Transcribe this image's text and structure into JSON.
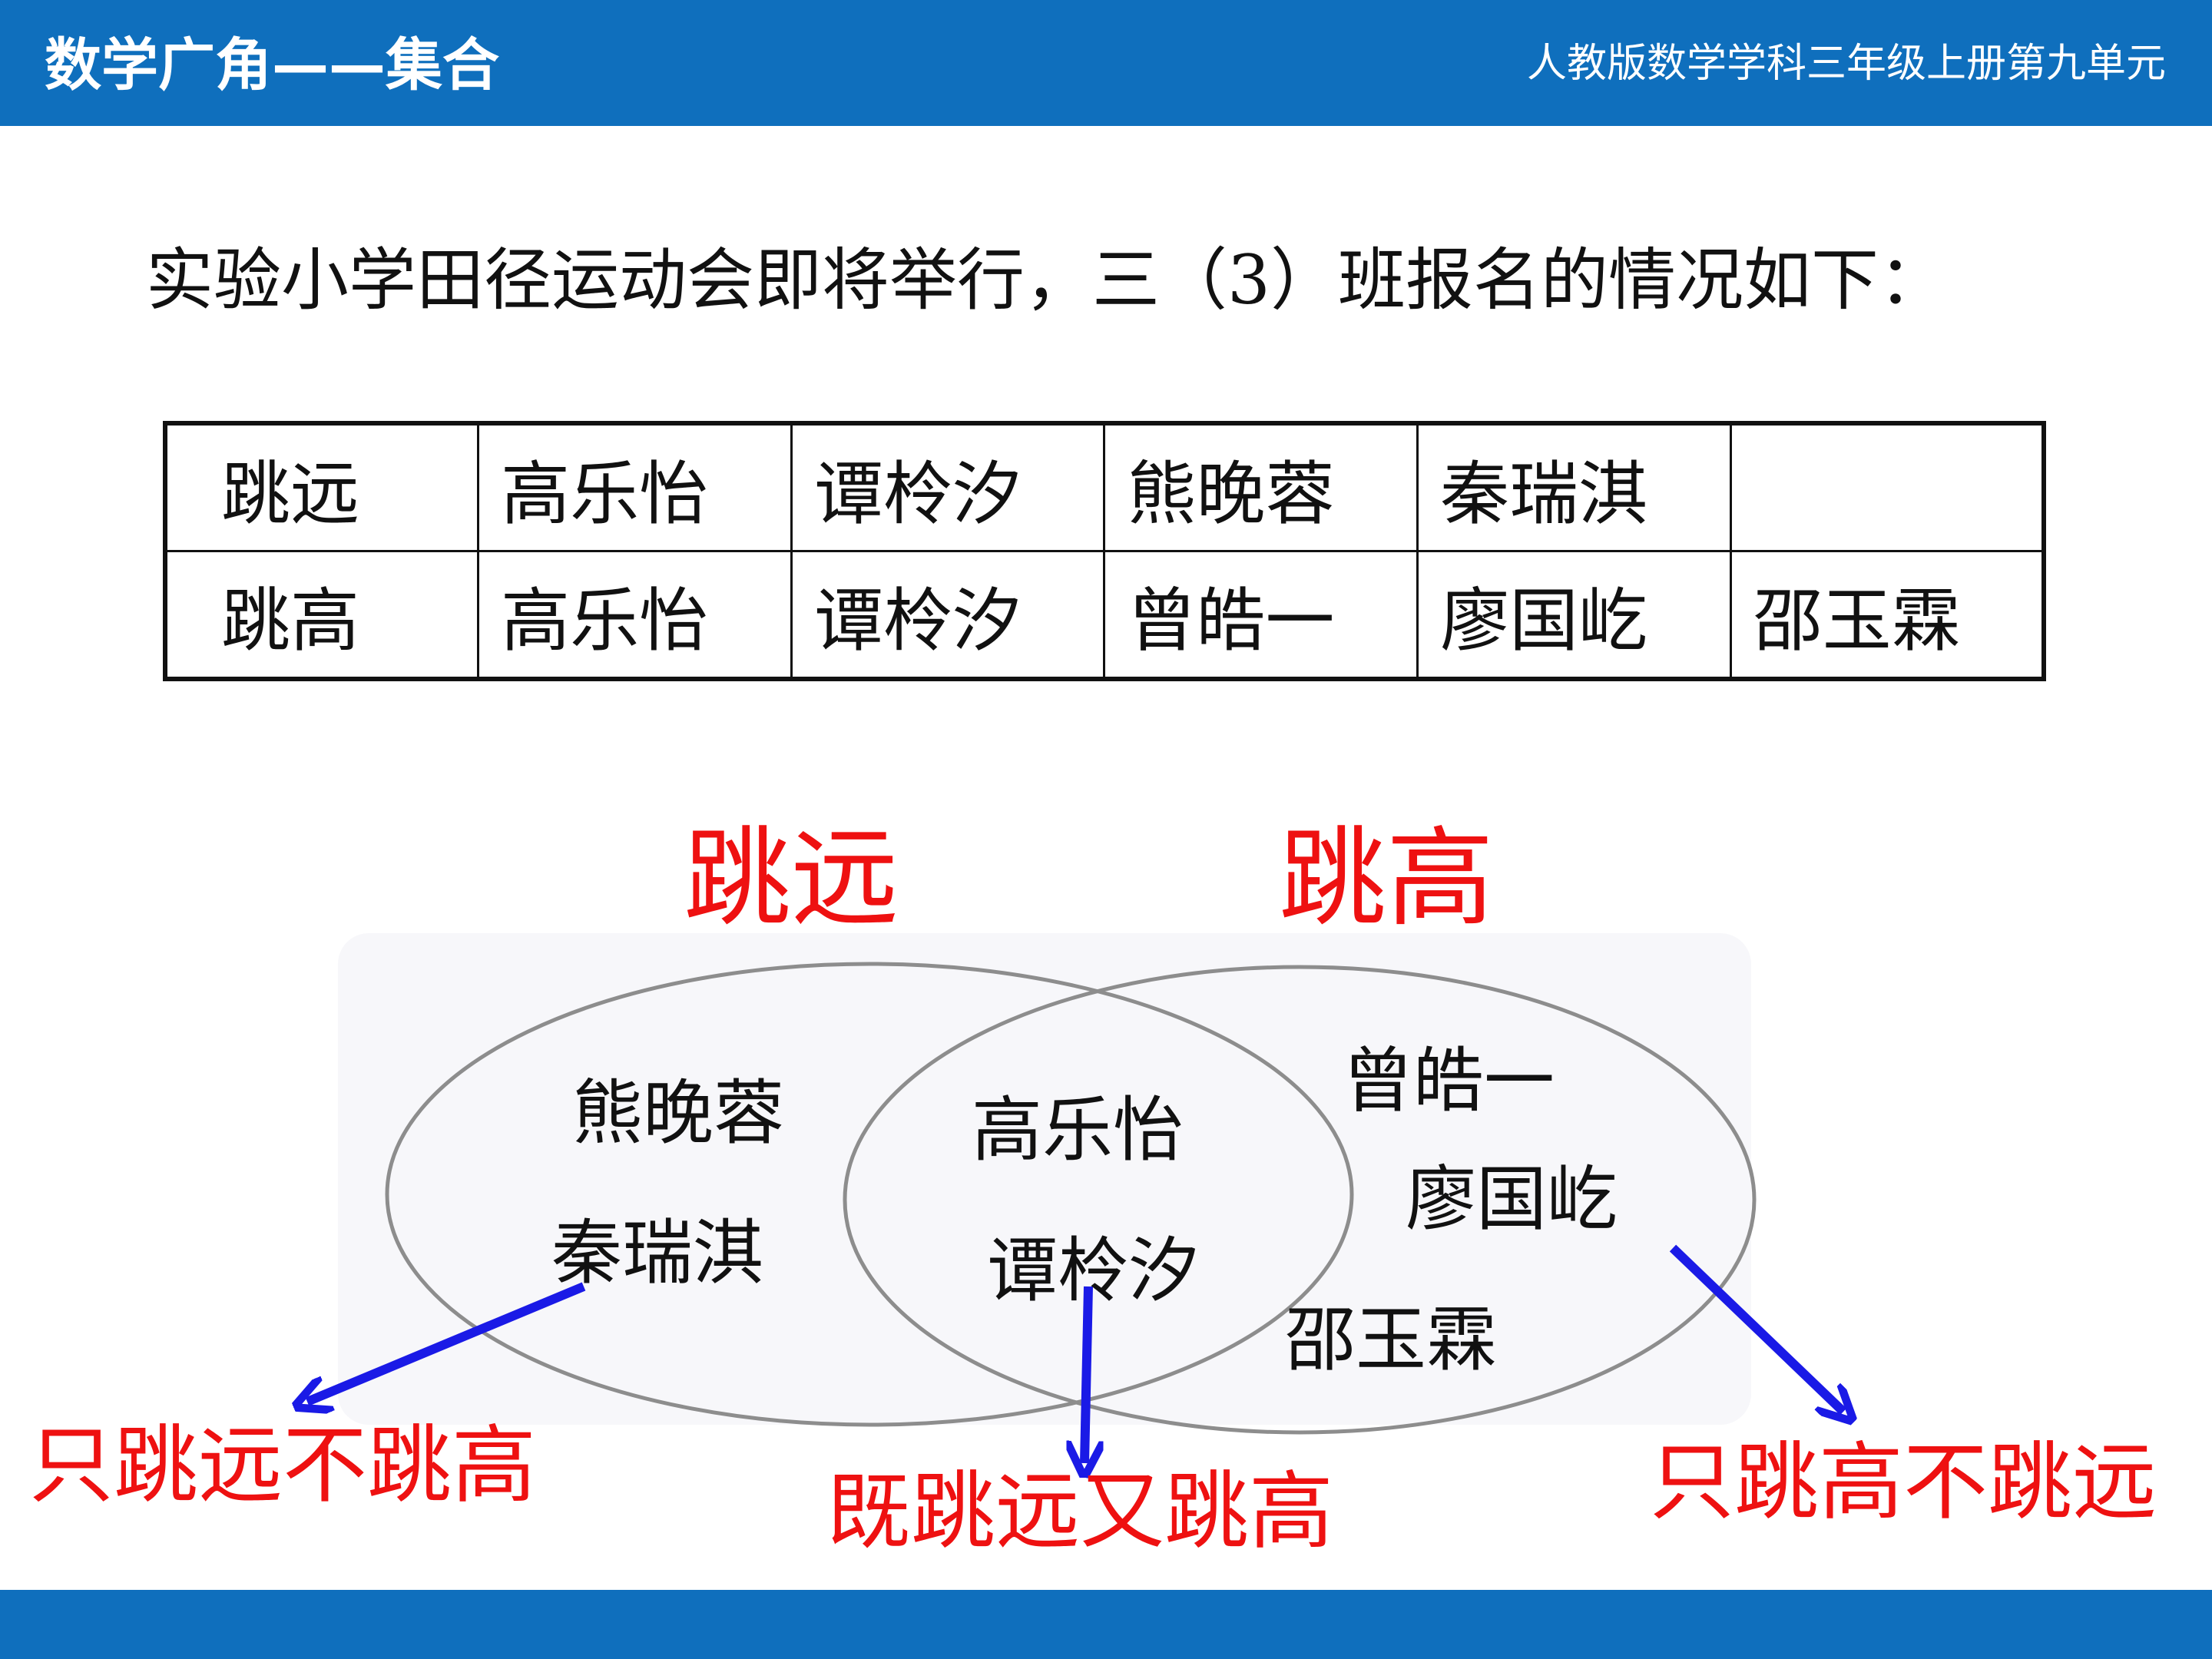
{
  "header": {
    "title": "数学广角——集合",
    "subtitle": "人教版数学学科三年级上册第九单元"
  },
  "intro": "实验小学田径运动会即将举行，三（3）班报名的情况如下：",
  "table": {
    "rows": [
      [
        "跳远",
        "高乐怡",
        "谭柃汐",
        "熊晚蓉",
        "秦瑞淇",
        ""
      ],
      [
        "跳高",
        "高乐怡",
        "谭柃汐",
        "曾皓一",
        "廖国屹",
        "邵玉霖"
      ]
    ]
  },
  "venn": {
    "left_label": "跳远",
    "right_label": "跳高",
    "left_only": [
      "熊晚蓉",
      "秦瑞淇"
    ],
    "both": [
      "高乐怡",
      "谭柃汐"
    ],
    "right_only": [
      "曾皓一",
      "廖国屹",
      "邵玉霖"
    ]
  },
  "captions": {
    "left_only": "只跳远不跳高",
    "both": "既跳远又跳高",
    "right_only": "只跳高不跳远"
  },
  "colors": {
    "header_bg": "#0f6fbd",
    "label_red": "#ee1111",
    "arrow_blue": "#1a1ae6"
  }
}
